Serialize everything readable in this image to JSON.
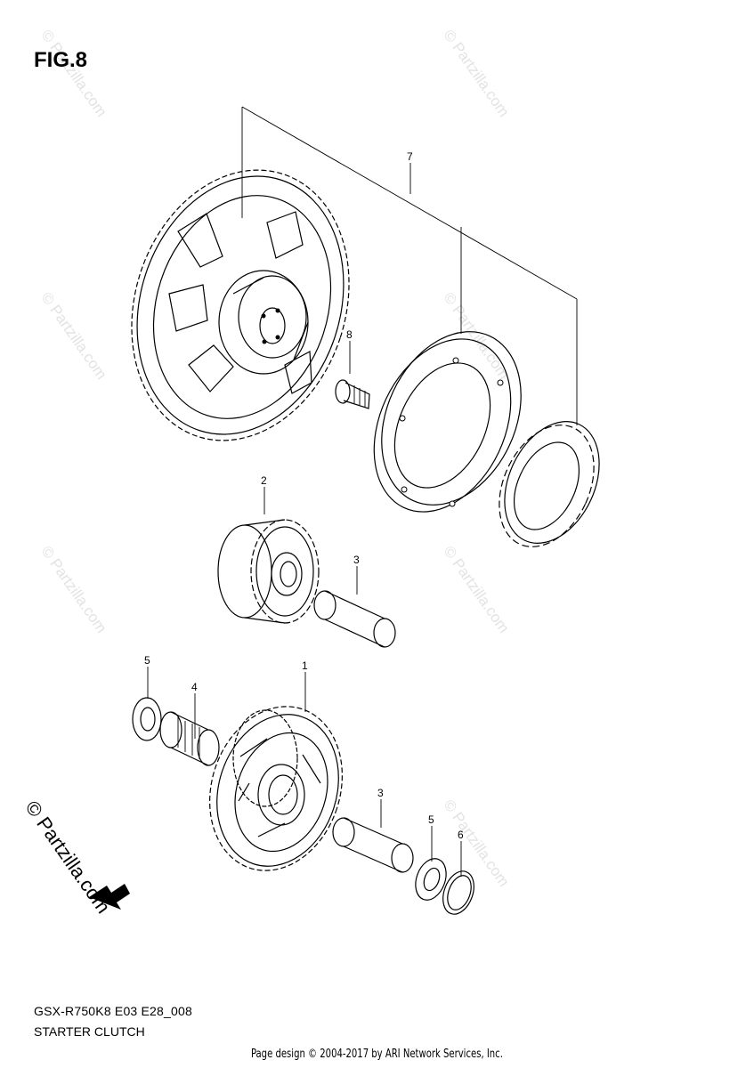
{
  "figure": {
    "title": "FIG.8"
  },
  "footer": {
    "model_code": "GSX-R750K8 E03 E28_008",
    "caption": "STARTER CLUTCH",
    "credit": "Page design © 2004-2017 by ARI Network Services, Inc."
  },
  "watermark": {
    "text": "© Partzilla.com",
    "side_text": "© Partzilla.com"
  },
  "callouts": {
    "c1": "1",
    "c2": "2",
    "c3a": "3",
    "c3b": "3",
    "c4": "4",
    "c5a": "5",
    "c5b": "5",
    "c6": "6",
    "c7": "7",
    "c8": "8"
  }
}
